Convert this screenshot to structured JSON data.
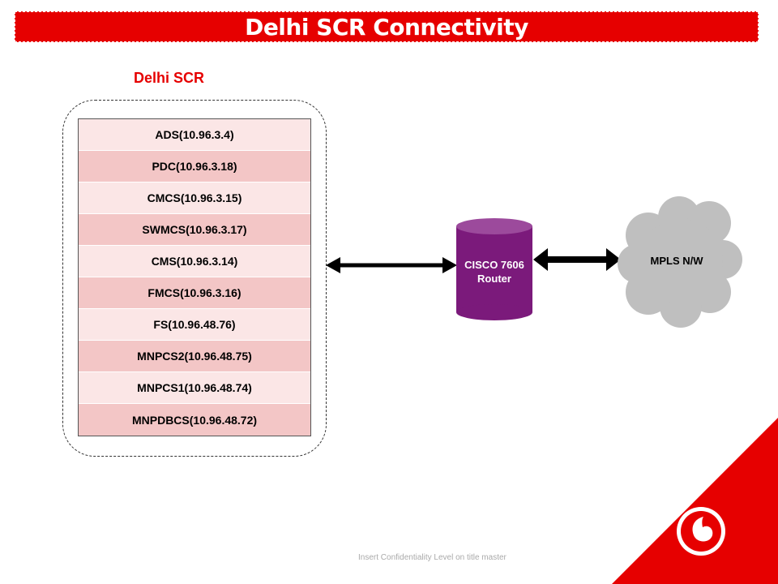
{
  "title": "Delhi SCR Connectivity",
  "section_label": "Delhi SCR",
  "servers": [
    "ADS(10.96.3.4)",
    "PDC(10.96.3.18)",
    "CMCS(10.96.3.15)",
    "SWMCS(10.96.3.17)",
    "CMS(10.96.3.14)",
    "FMCS(10.96.3.16)",
    "FS(10.96.48.76)",
    "MNPCS2(10.96.48.75)",
    "MNPCS1(10.96.48.74)",
    "MNPDBCS(10.96.48.72)"
  ],
  "router": {
    "line1": "CISCO 7606",
    "line2": "Router",
    "color": "#7b1a7b"
  },
  "cloud": {
    "label": "MPLS N/W",
    "color": "#bfbfbf"
  },
  "footer": "Insert Confidentiality Level on title master",
  "colors": {
    "brand_red": "#e60000",
    "row_light": "#fbe6e6",
    "row_dark": "#f3c6c6"
  },
  "icons": [
    "double-arrow-icon",
    "cylinder-router-icon",
    "cloud-icon",
    "vodafone-logo-icon"
  ]
}
